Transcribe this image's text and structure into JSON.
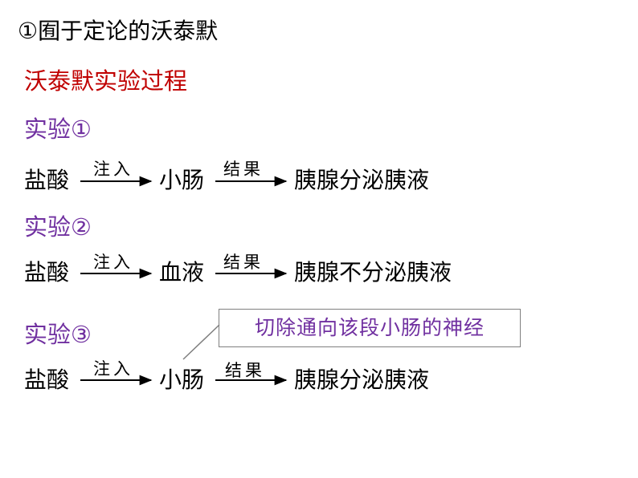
{
  "title": "①囿于定论的沃泰默",
  "subtitle": "沃泰默实验过程",
  "colors": {
    "subtitle": "#c00000",
    "experiment_label": "#7030a0",
    "note_text": "#7030a0",
    "text": "#000000",
    "arrow": "#000000",
    "note_border": "#7f7f7f"
  },
  "experiments": [
    {
      "label": "实验①",
      "input": "盐酸",
      "arrow1_label": "注入",
      "target": "小肠",
      "arrow2_label": "结果",
      "result": "胰腺分泌胰液"
    },
    {
      "label": "实验②",
      "input": "盐酸",
      "arrow1_label": "注入",
      "target": "血液",
      "arrow2_label": "结果",
      "result": "胰腺不分泌胰液"
    },
    {
      "label": "实验③",
      "input": "盐酸",
      "arrow1_label": "注入",
      "target": "小肠",
      "arrow2_label": "结果",
      "result": "胰腺分泌胰液"
    }
  ],
  "note": "切除通向该段小肠的神经"
}
